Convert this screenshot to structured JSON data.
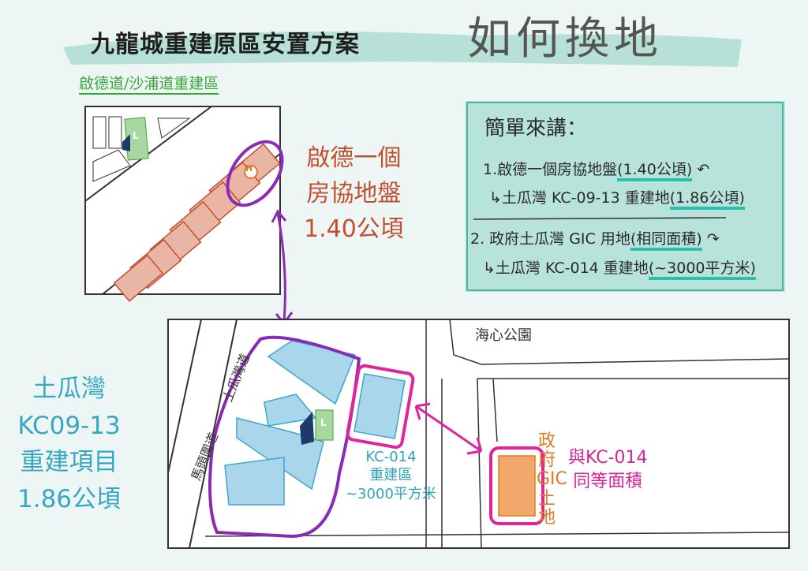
{
  "title": {
    "main": "九龍城重建原區安置方案",
    "sub": "如何換地"
  },
  "top_map": {
    "label": "啟德道/沙浦道重建區",
    "site_label": [
      "啟德一個",
      "房協地盤",
      "1.40公頃"
    ],
    "marker_h": "H",
    "marker_l": "L"
  },
  "summary": {
    "heading": "簡單來講：",
    "item1_line1": "1.啟德一個房協地盤",
    "item1_value1": "(1.40公頃)",
    "item1_line2": "↳土瓜灣 KC-09-13 重建地",
    "item1_value2": "(1.86公頃)",
    "item2_line1": "2. 政府土瓜灣 GIC 用地",
    "item2_value1": "(相同面積)",
    "item2_line2": "↳土瓜灣 KC-014 重建地",
    "item2_value2": "(~3000平方米)"
  },
  "bottom_map": {
    "project_label": [
      "土瓜灣",
      "KC09-13",
      "重建項目",
      "1.86公頃"
    ],
    "kc014_label": [
      "KC-014",
      "重建區",
      "~3000平方米"
    ],
    "park": "海心公園",
    "road_1": "土瓜灣道",
    "road_2": "馬頭圍道",
    "gic_label": "政府GIC土地",
    "equal_label": [
      "與KC-014",
      "同等面積"
    ],
    "marker_l": "L"
  },
  "colors": {
    "teal": "#9fd6cb",
    "purple": "#8a2bb5",
    "magenta": "#e0259c",
    "red": "#c0502e",
    "orange": "#e07a20",
    "green": "#3aa63a"
  }
}
